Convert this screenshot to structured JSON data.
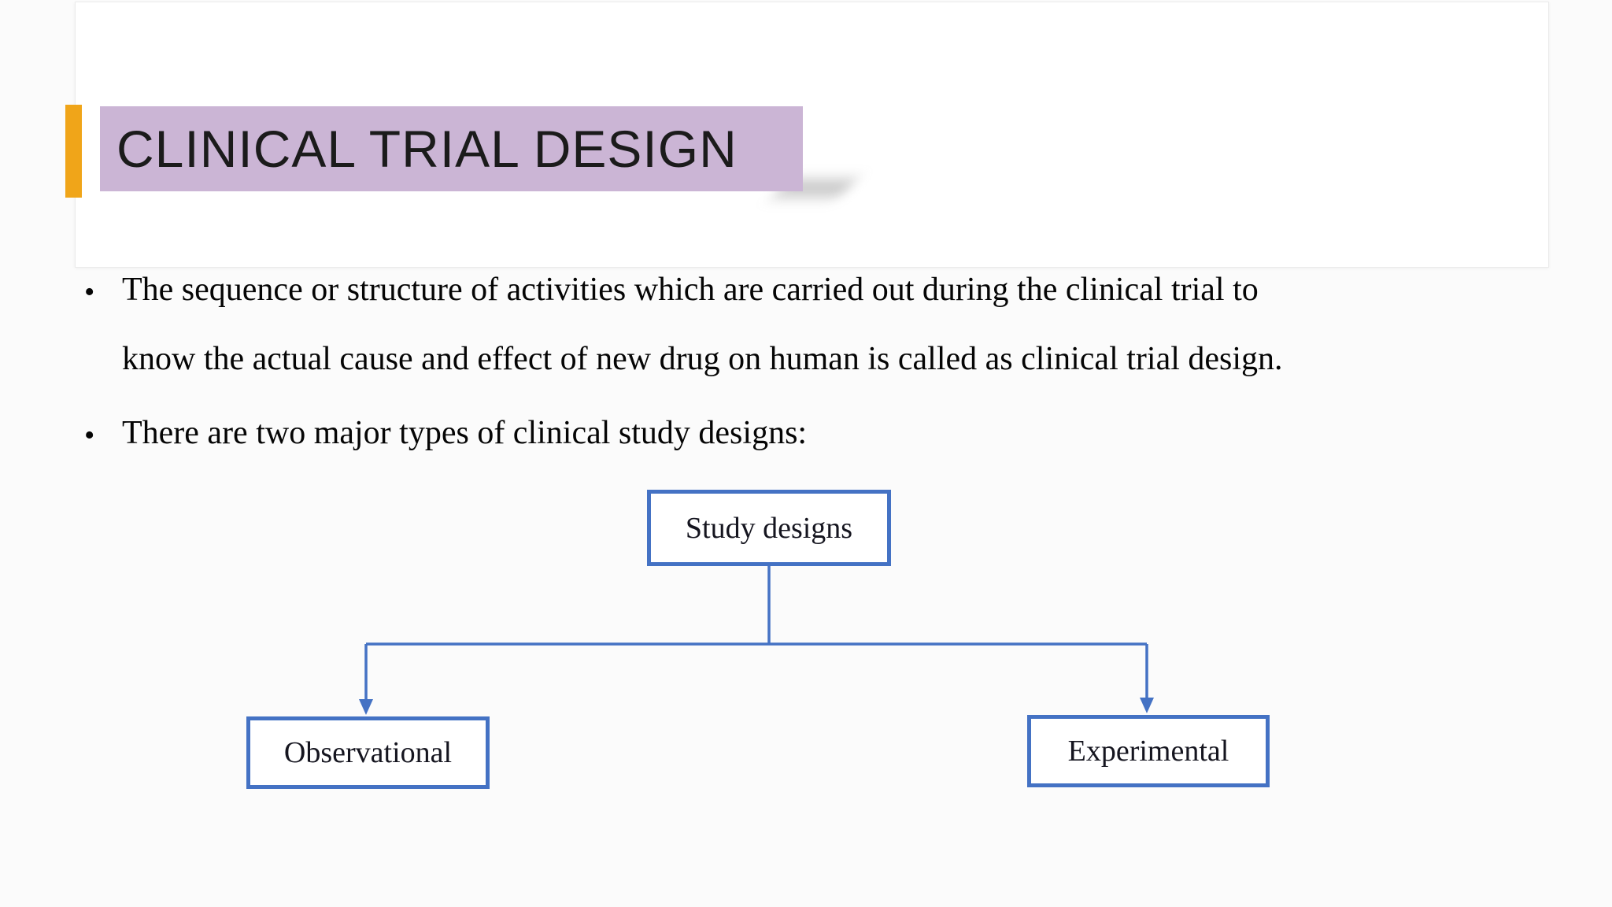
{
  "colors": {
    "accent_orange": "#F0A519",
    "title_highlight": "#CBB5D5",
    "diagram_blue": "#4472C4"
  },
  "title_card": {
    "title": "CLINICAL TRIAL DESIGN"
  },
  "bullets": {
    "marker": "•",
    "item1_line1": "The sequence or structure of activities which are carried out during the clinical trial to",
    "item1_line2": "know the actual cause and effect of new drug on human is called as clinical trial design.",
    "item2": "There are two major types of clinical study designs:"
  },
  "diagram": {
    "root_label": "Study designs",
    "left_label": "Observational",
    "right_label": "Experimental"
  }
}
